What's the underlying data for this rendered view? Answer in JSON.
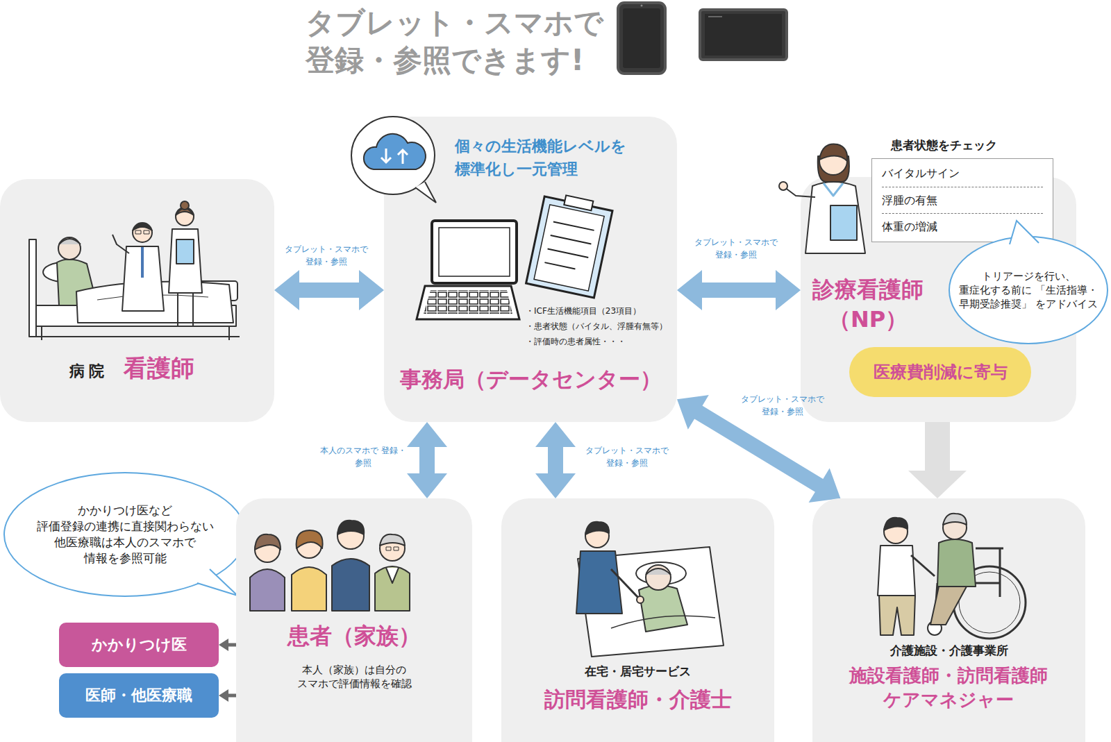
{
  "diagram": {
    "title": "タブレット・スマホで 登録・参照できます!",
    "nodes": [
      {
        "text": [
          "病院",
          "看護師"
        ]
      },
      {
        "text": [
          "個々の生活機能レベルを 標準化し一元管理",
          "・ICF生活機能項目（23項目）",
          "・患者状態（バイタル、浮腫有無等）",
          "・評価時の患者属性・・・",
          "事務局（データセンター）"
        ]
      },
      {
        "text": [
          "診療看護師 （NP）"
        ]
      },
      {
        "text": [
          "患者状態をチェック",
          "バイタルサイン",
          "浮腫の有無",
          "体重の増減"
        ],
        "in": 2
      },
      {
        "text": [
          "トリアージを行い、 重症化する前に 「生活指導・早期受診推奨」 をアドバイス"
        ],
        "in": 2
      },
      {
        "text": [
          "医療費削減に寄与"
        ],
        "in": 2
      },
      {
        "text": [
          "かかりつけ医など 評価登録の連携に直接関わらない 他医療職は本人のスマホで 情報を参照可能"
        ]
      },
      {
        "text": [
          "患者（家族）",
          "本人（家族）は自分の スマホで評価情報を確認"
        ]
      },
      {
        "text": [
          "かかりつけ医"
        ]
      },
      {
        "text": [
          "医師・他医療職"
        ]
      },
      {
        "text": [
          "在宅・居宅サービス",
          "訪問看護師・介護士"
        ]
      },
      {
        "text": [
          "介護施設・介護事業所",
          "施設看護師・訪問看護師 ケアマネジャー"
        ]
      }
    ],
    "edges": [
      {
        "from": 0,
        "to": 1,
        "arrow": "both",
        "label": "タブレット・スマホで 登録・参照"
      },
      {
        "from": 1,
        "to": 2,
        "arrow": "both",
        "label": "タブレット・スマホで 登録・参照"
      },
      {
        "from": 1,
        "to": 7,
        "arrow": "both",
        "label": "本人のスマホで 登録・参照"
      },
      {
        "from": 1,
        "to": 10,
        "arrow": "both",
        "label": "タブレット・スマホで 登録・参照"
      },
      {
        "from": 1,
        "to": 11,
        "arrow": "both",
        "label": "タブレット・スマホで 登録・参照"
      },
      {
        "from": 2,
        "to": 11,
        "arrow": "to"
      },
      {
        "from": 7,
        "to": 8,
        "arrow": "to"
      },
      {
        "from": 7,
        "to": 9,
        "arrow": "to"
      }
    ]
  }
}
